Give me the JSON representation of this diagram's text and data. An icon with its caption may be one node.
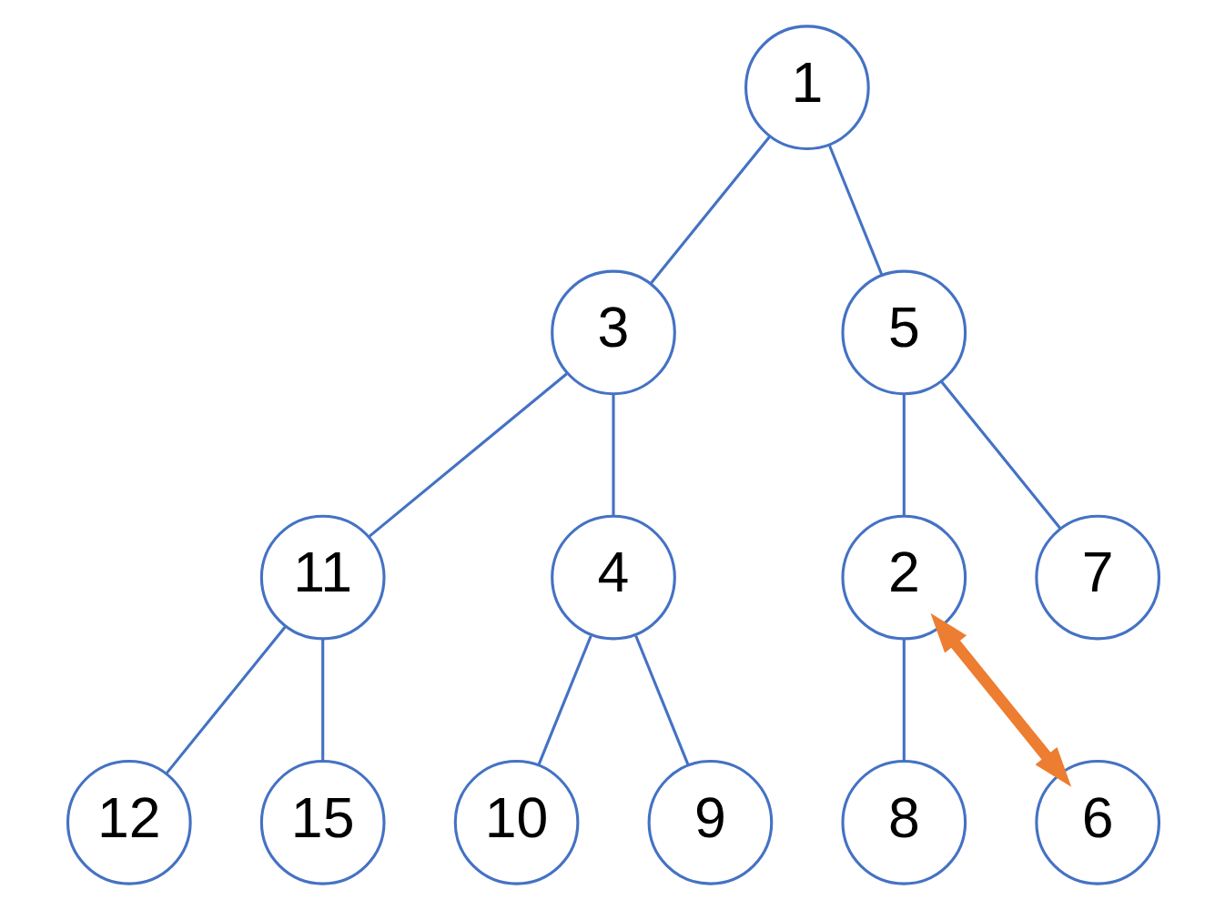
{
  "diagram": {
    "nodes": [
      {
        "text": [
          "1"
        ]
      },
      {
        "text": [
          "3"
        ]
      },
      {
        "text": [
          "5"
        ]
      },
      {
        "text": [
          "11"
        ]
      },
      {
        "text": [
          "4"
        ]
      },
      {
        "text": [
          "2"
        ]
      },
      {
        "text": [
          "7"
        ]
      },
      {
        "text": [
          "12"
        ]
      },
      {
        "text": [
          "15"
        ]
      },
      {
        "text": [
          "10"
        ]
      },
      {
        "text": [
          "9"
        ]
      },
      {
        "text": [
          "8"
        ]
      },
      {
        "text": [
          "6"
        ]
      }
    ],
    "edges": [
      {
        "from": 0,
        "to": 1,
        "arrow": "none"
      },
      {
        "from": 0,
        "to": 2,
        "arrow": "none"
      },
      {
        "from": 1,
        "to": 3,
        "arrow": "none"
      },
      {
        "from": 1,
        "to": 4,
        "arrow": "none"
      },
      {
        "from": 2,
        "to": 5,
        "arrow": "none"
      },
      {
        "from": 2,
        "to": 6,
        "arrow": "none"
      },
      {
        "from": 3,
        "to": 7,
        "arrow": "none"
      },
      {
        "from": 3,
        "to": 8,
        "arrow": "none"
      },
      {
        "from": 4,
        "to": 9,
        "arrow": "none"
      },
      {
        "from": 4,
        "to": 10,
        "arrow": "none"
      },
      {
        "from": 5,
        "to": 11,
        "arrow": "none"
      },
      {
        "from": 5,
        "to": 12,
        "arrow": "both",
        "style": "thick",
        "color": "#ed7d31"
      }
    ]
  }
}
